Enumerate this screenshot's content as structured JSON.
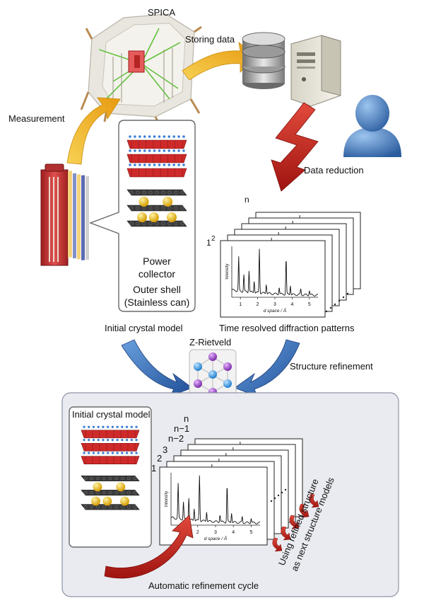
{
  "labels": {
    "spica": "SPICA",
    "storing_data": "Storing data",
    "measurement": "Measurement",
    "data_reduction": "Data reduction",
    "power_collector_1": "Power",
    "power_collector_2": "collector",
    "outer_shell_1": "Outer shell",
    "outer_shell_2": "(Stainless can)",
    "initial_crystal_model": "Initial crystal model",
    "time_resolved": "Time resolved diffraction patterns",
    "z_rietveld": "Z-Rietveld",
    "structure_refinement": "Structure refinement",
    "initial_crystal_model_2": "Initial crystal model",
    "using_refined_1": "Using refined structure",
    "using_refined_2": "as next structure models",
    "automatic_cycle": "Automatic refinement cycle"
  },
  "stack_labels_top": {
    "n": "n",
    "one": "1",
    "two": "2"
  },
  "stack_labels_bottom": {
    "n": "n",
    "n_minus_1": "n−1",
    "n_minus_2": "n−2",
    "three": "3",
    "two": "2",
    "one": "1"
  },
  "plot": {
    "xlabel": "d space / Å",
    "ylabel": "Intensity",
    "ticks": [
      "1",
      "2",
      "3",
      "4",
      "5"
    ]
  },
  "colors": {
    "yellow_arrow": "#f2b21b",
    "red_arrow": "#c8211d",
    "blue_arrow": "#2f6db5",
    "panel_bg": "#eaebf0",
    "panel_border": "#8f93a6",
    "crystal_red": "#cf2a2a",
    "crystal_blue": "#3c7fd6",
    "graphite": "#3a3a3a",
    "lithium": "#f0bf10"
  }
}
